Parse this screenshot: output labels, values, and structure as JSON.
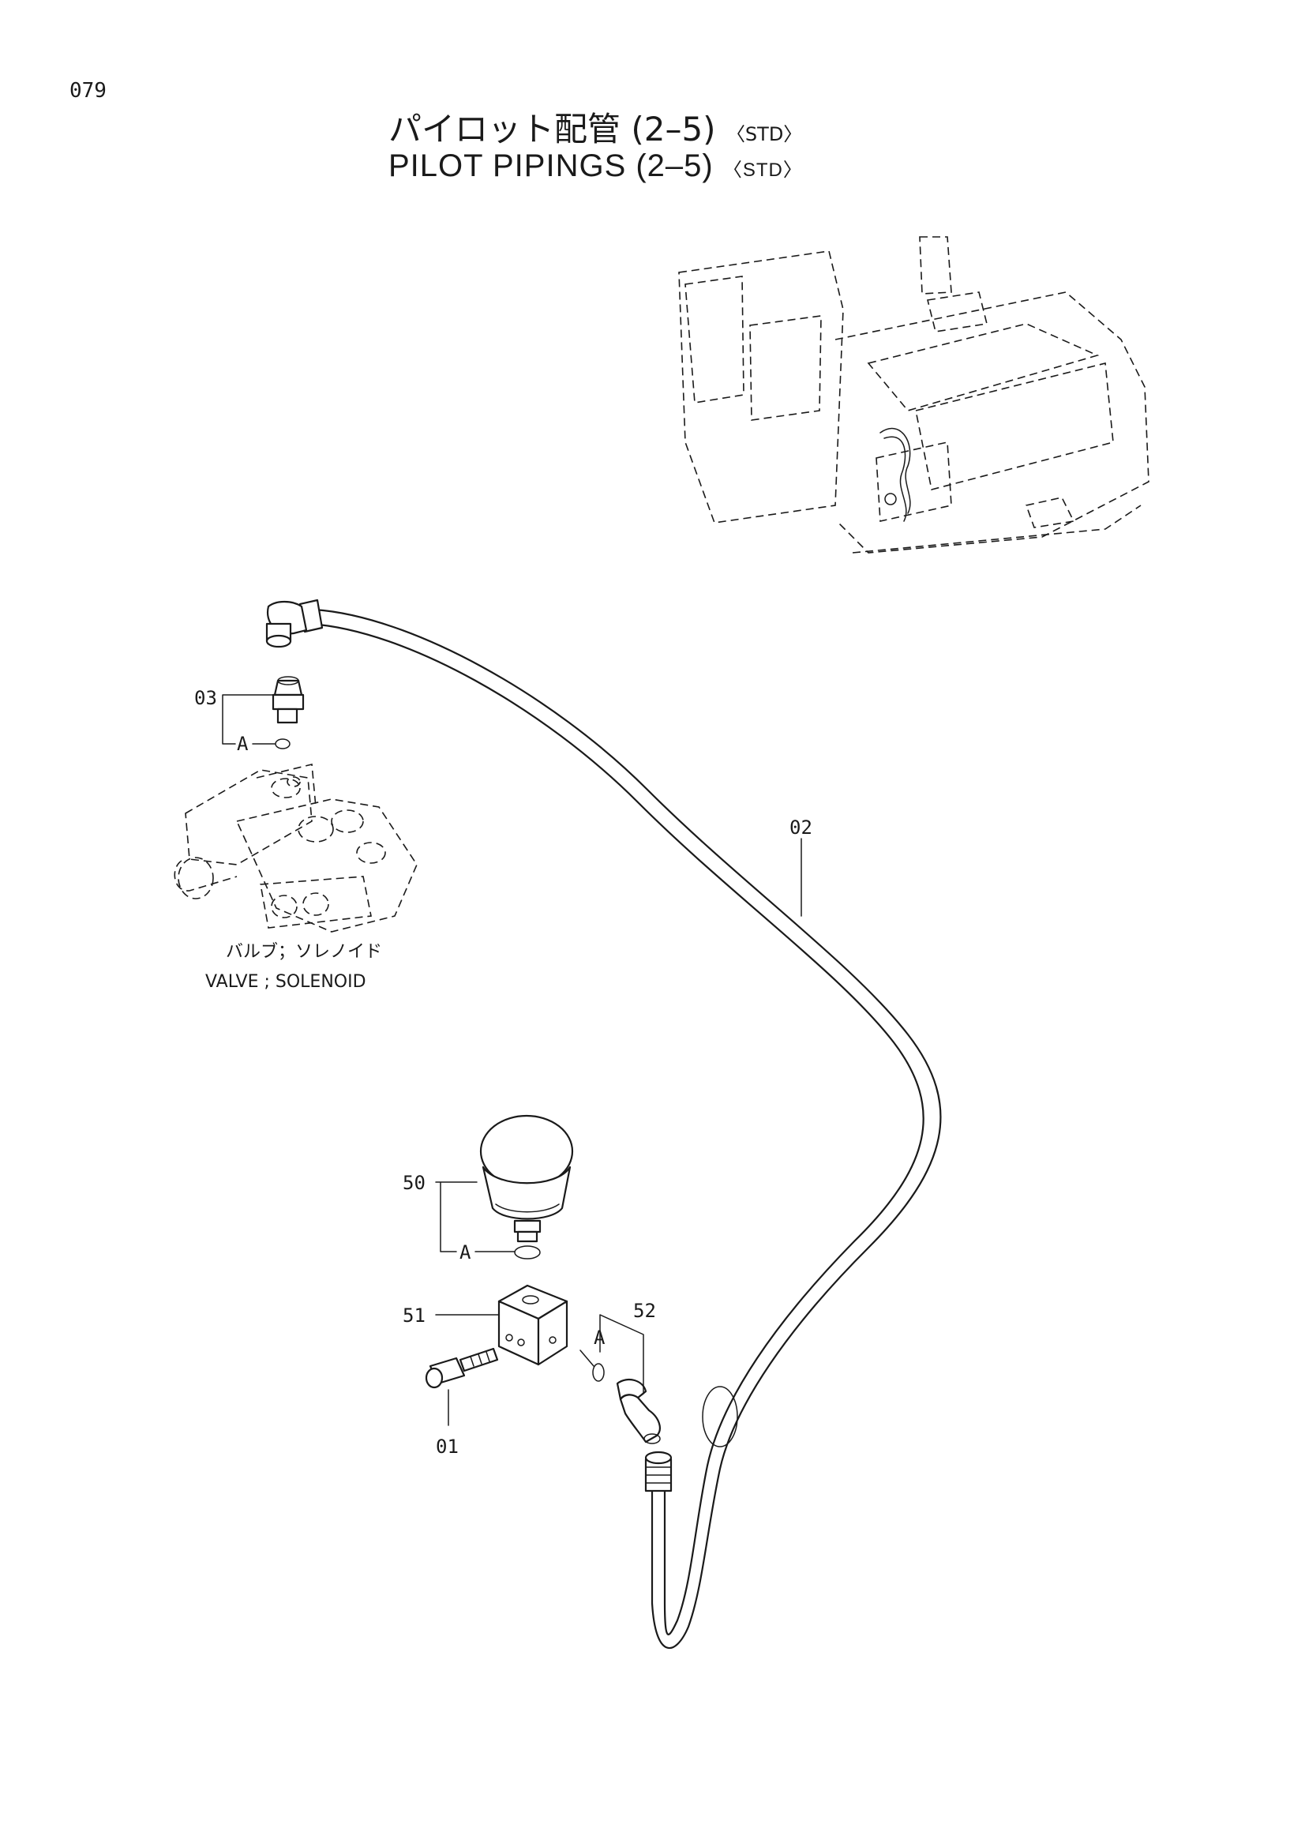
{
  "page_number": "079",
  "title": {
    "jp": "パイロット配管 (2–5)",
    "en": "PILOT  PIPINGS  (2–5)",
    "variant": "〈STD〉"
  },
  "callouts": {
    "c01": "01",
    "c02": "02",
    "c03": "03",
    "c50": "50",
    "c51": "51",
    "c52": "52",
    "ref_a": "A"
  },
  "component_caption": {
    "jp": "バルブ；ソレノイド",
    "en": "VALVE ; SOLENOID"
  }
}
